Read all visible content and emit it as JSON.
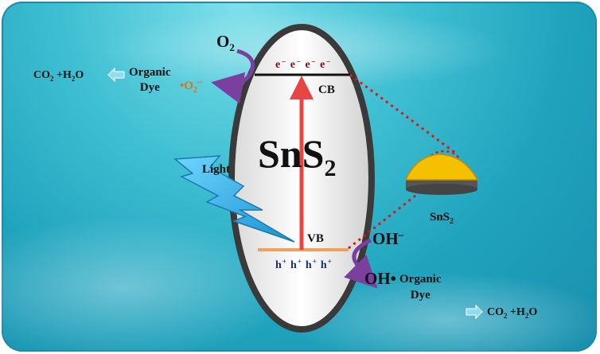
{
  "semiconductor": {
    "name": "SnS",
    "subscript": "2"
  },
  "bands": {
    "conduction": "CB",
    "valence": "VB"
  },
  "electrons": {
    "symbol": "e",
    "sup": "–",
    "count": 4
  },
  "holes": {
    "symbol": "h",
    "sup": "+",
    "count": 4
  },
  "light": {
    "label": "Light"
  },
  "oxygen": {
    "base": "O",
    "sub": "2"
  },
  "superoxide": {
    "dot": "•",
    "base": "O",
    "sub": "2",
    "sup": "–"
  },
  "hydroxide": {
    "base": "OH",
    "sup": "–"
  },
  "hydroxyl_radical": {
    "base": "OH",
    "dot": "•"
  },
  "organic_dye_top": {
    "line1": "Organic",
    "line2": "Dye"
  },
  "organic_dye_bottom": {
    "line1": "Organic",
    "line2": "Dye"
  },
  "product_top": {
    "co2": "CO",
    "co2_sub": "2",
    "plus": " +H",
    "h2o_sub": "2",
    "o": "O"
  },
  "product_bottom": {
    "co2": "CO",
    "co2_sub": "2",
    "plus": " +H",
    "h2o_sub": "2",
    "o": "O"
  },
  "particle": {
    "name": "SnS",
    "subscript": "2"
  },
  "colors": {
    "water": "#2bb3c9",
    "ellipse_fill": "#f2f2f2",
    "ellipse_border": "#3a3a3a",
    "excitation_arrow": "#e84545",
    "valence_line": "#f0a060",
    "arrow_purple": "#7b3fa0",
    "superoxide_text": "#e07010",
    "hole_text": "#1a2f7a",
    "electron_text": "#7a1010",
    "dotted_line": "#e01515",
    "particle_top": "#f5c000",
    "particle_base": "#666666",
    "light_bolt": "#2ab0e8",
    "product_arrow": "#8fdcf0"
  }
}
